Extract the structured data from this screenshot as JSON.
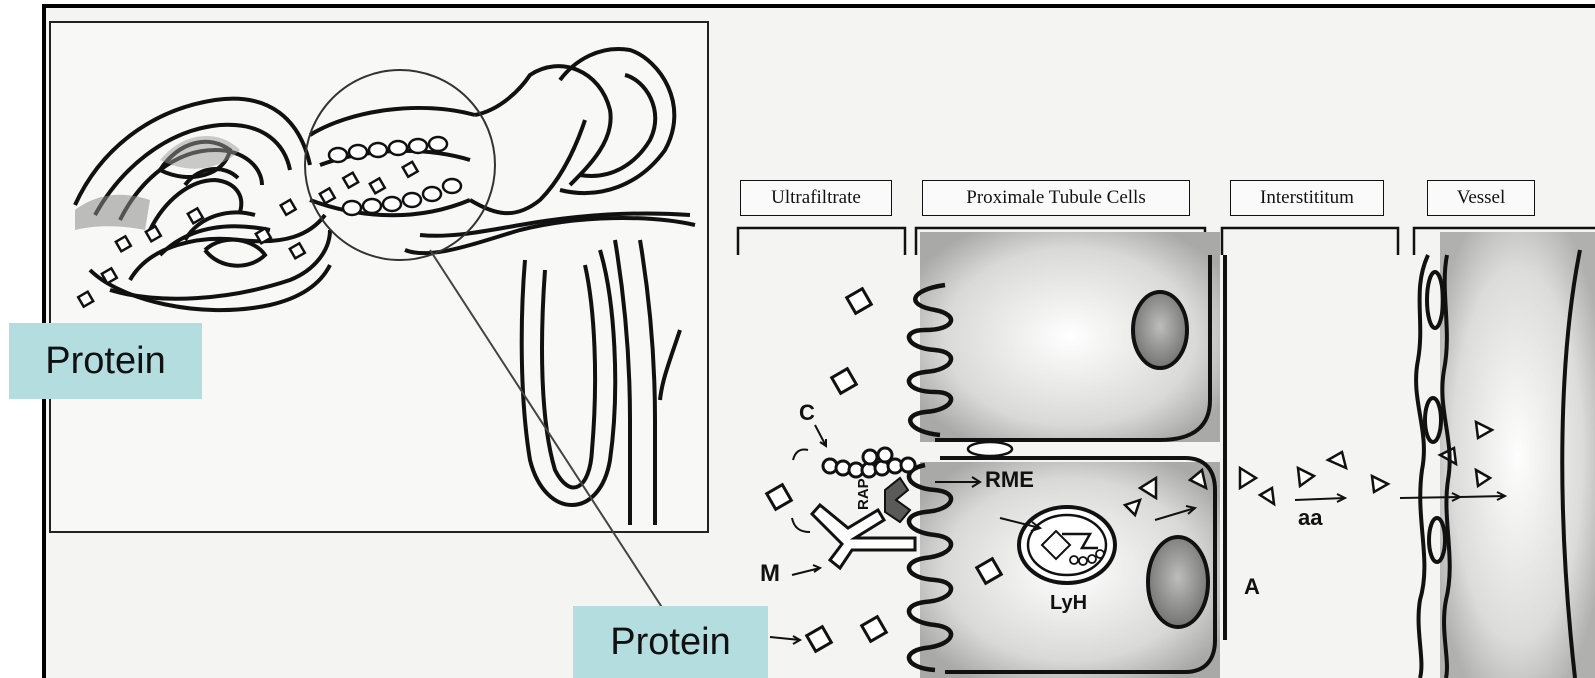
{
  "headers": {
    "ultrafiltrate": "Ultrafiltrate",
    "proximal_cells": "Proximale Tubule Cells",
    "interstitium": "Interstititum",
    "vessel": "Vessel"
  },
  "markers": {
    "c": "C",
    "m": "M",
    "rap": "RAP",
    "rme": "RME",
    "lyh": "LyH",
    "aa": "aa",
    "a": "A"
  },
  "callouts": {
    "left": "Protein",
    "bottom": "Protein"
  },
  "colors": {
    "callout_bg": "#b4dde0",
    "ink": "#111111",
    "paper": "#f4f4f2"
  }
}
